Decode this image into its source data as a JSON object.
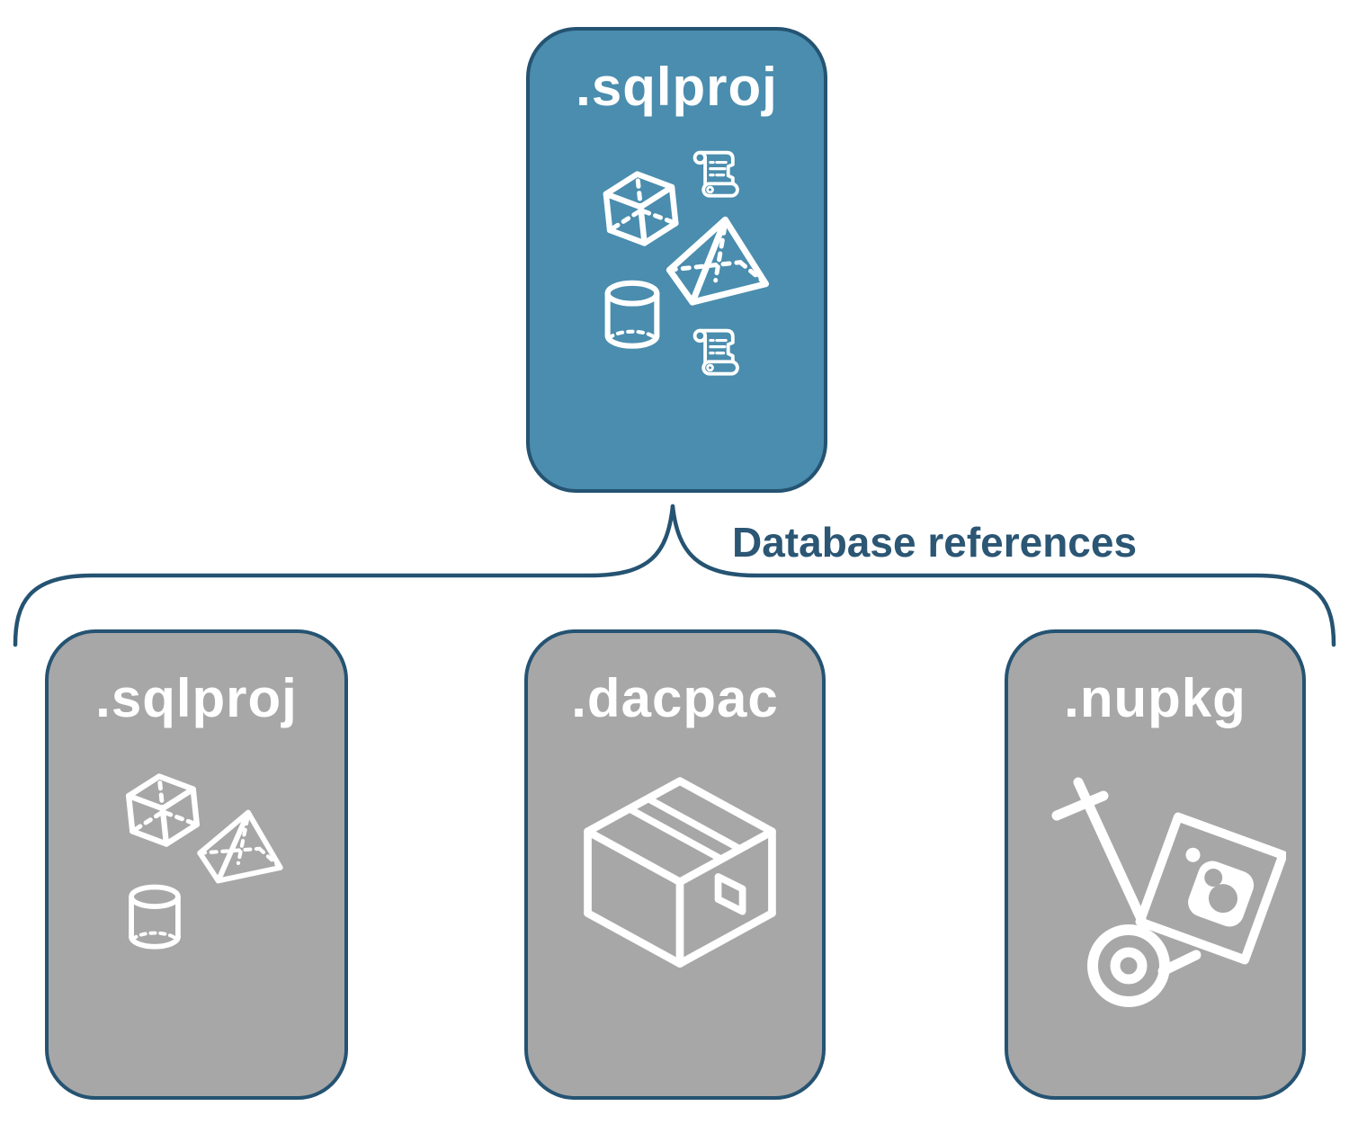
{
  "colors": {
    "root_fill": "#4A8DAE",
    "child_fill": "#A7A7A7",
    "line": "#255372",
    "label_text": "#2B5674",
    "icon": "#FFFFFF",
    "background": "#FFFFFF"
  },
  "connector": {
    "label": "Database references"
  },
  "nodes": {
    "root": {
      "label": ".sqlproj",
      "icons": [
        "cube-icon",
        "scroll-icon",
        "pyramid-icon",
        "cylinder-icon",
        "scroll-icon"
      ]
    },
    "children": [
      {
        "label": ".sqlproj",
        "icons": [
          "cube-icon",
          "pyramid-icon",
          "cylinder-icon"
        ]
      },
      {
        "label": ".dacpac",
        "icons": [
          "package-box-icon"
        ]
      },
      {
        "label": ".nupkg",
        "icons": [
          "hand-truck-package-icon"
        ]
      }
    ]
  }
}
